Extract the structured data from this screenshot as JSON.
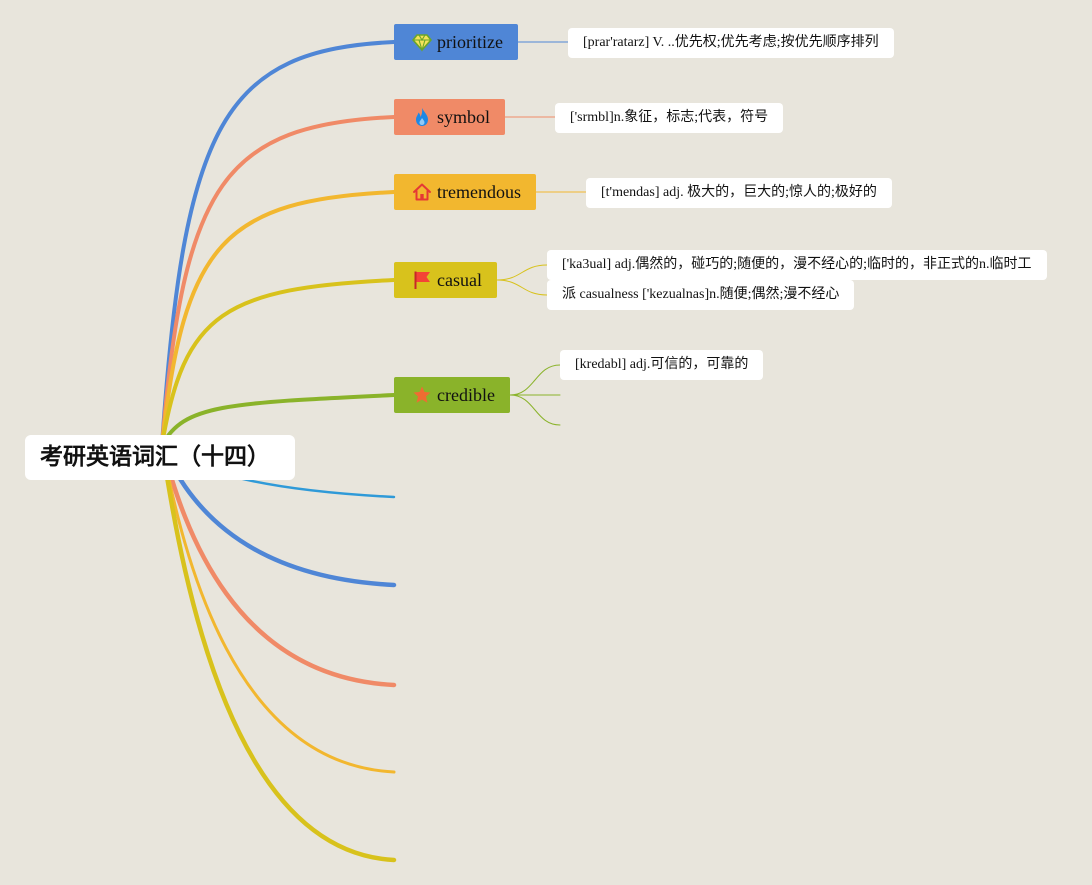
{
  "mindmap": {
    "root": {
      "label": "考研英语词汇（十四）"
    },
    "topics": [
      {
        "label": "prioritize",
        "icon": "diamond-icon",
        "color": "#4f86d6",
        "notes": [
          "[prar'ratarz] V. ..优先权;优先考虑;按优先顺序排列"
        ]
      },
      {
        "label": "symbol",
        "icon": "fire-icon",
        "color": "#f08a67",
        "notes": [
          "['srmbl]n.象征，标志;代表，符号"
        ]
      },
      {
        "label": "tremendous",
        "icon": "home-icon",
        "color": "#f2b72f",
        "notes": [
          "[t'mendas] adj. 极大的，巨大的;惊人的;极好的"
        ]
      },
      {
        "label": "casual",
        "icon": "flag-icon",
        "color": "#d8c21c",
        "notes": [
          "['ka3ual] adj.偶然的，碰巧的;随便的，漫不经心的;临时的，非正式的n.临时工",
          "派 casualness ['kezualnas]n.随便;偶然;漫不经心"
        ]
      },
      {
        "label": "credible",
        "icon": "star-icon",
        "color": "#8ab32a",
        "notes": [
          "[kredabl] adj.可信的，可靠的"
        ]
      }
    ],
    "empty_branch_colors": [
      "#2f9ad8",
      "#4f86d6",
      "#f08a67",
      "#f2b72f",
      "#d8c21c"
    ]
  }
}
